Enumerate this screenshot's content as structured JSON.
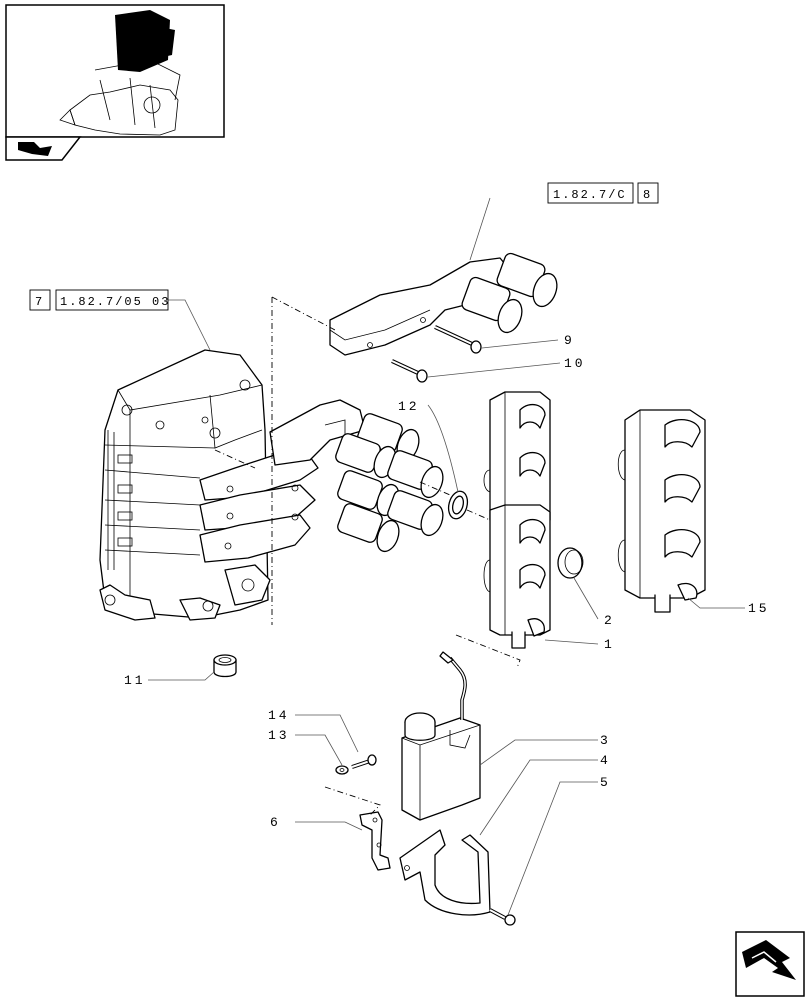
{
  "reference_boxes": {
    "top_ref": "1.82.7/C",
    "top_page": "8",
    "left_num": "7",
    "left_ref": "1.82.7/05 03"
  },
  "callouts": {
    "c1": "1",
    "c2": "2",
    "c3": "3",
    "c4": "4",
    "c5": "5",
    "c6": "6",
    "c9": "9",
    "c10": "10",
    "c11": "11",
    "c12": "12",
    "c13": "13",
    "c14": "14",
    "c15": "15"
  },
  "icons": {
    "thumbnail": "machine-location-thumbnail",
    "back": "back-arrow-icon",
    "next": "next-page-arrow-icon"
  }
}
